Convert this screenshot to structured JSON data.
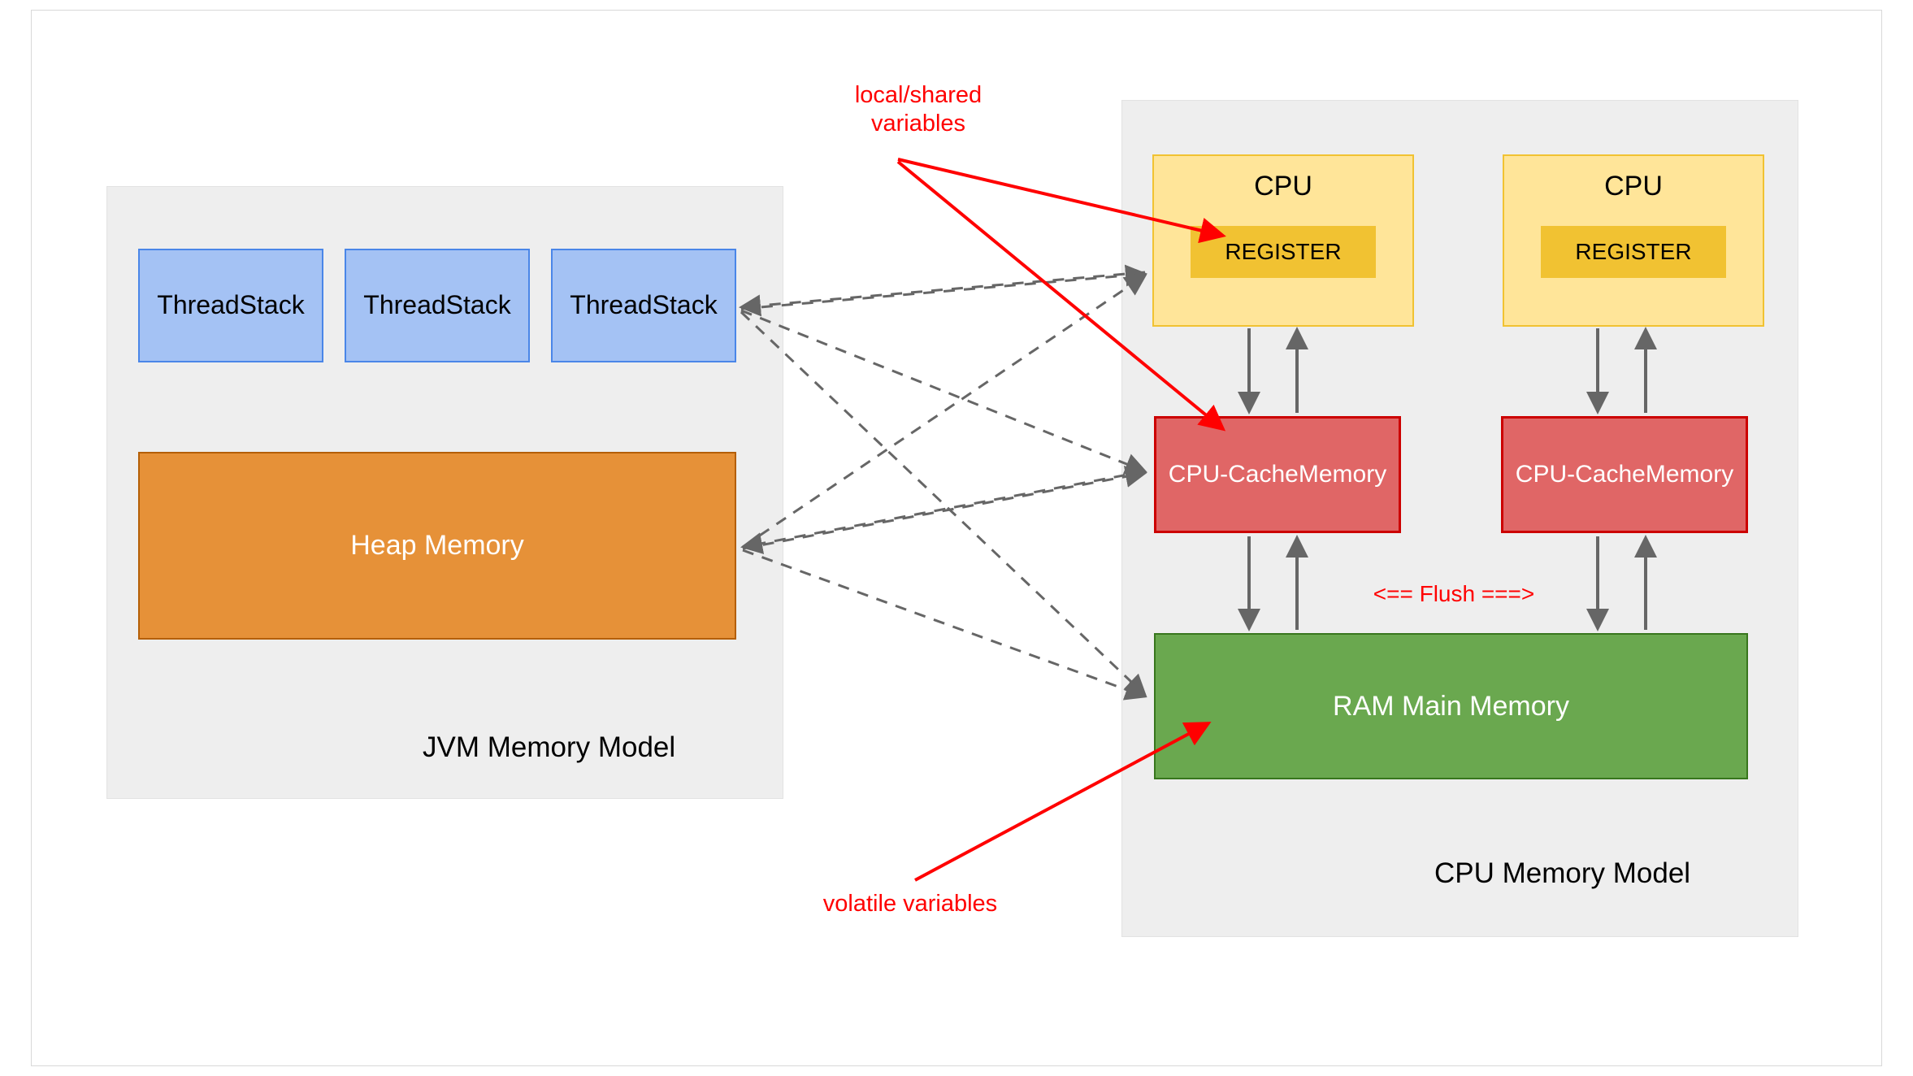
{
  "diagram": {
    "title": "JVM Memory Model and CPU Memory Model",
    "jvm": {
      "label": "JVM Memory Model",
      "thread_stacks": [
        {
          "label": "Thread\nStack"
        },
        {
          "label": "Thread\nStack"
        },
        {
          "label": "Thread\nStack"
        }
      ],
      "heap": {
        "label": "Heap Memory"
      }
    },
    "cpu": {
      "label": "CPU Memory Model",
      "cores": [
        {
          "title": "CPU",
          "register": "REGISTER",
          "cache": "CPU-Cache\nMemory"
        },
        {
          "title": "CPU",
          "register": "REGISTER",
          "cache": "CPU-Cache\nMemory"
        }
      ],
      "ram": {
        "label": "RAM Main Memory"
      },
      "flush_label": "<== Flush ===>"
    },
    "annotations": {
      "local_shared": "local/shared\nvariables",
      "volatile": "volatile variables"
    },
    "colors": {
      "container_fill": "#eeeeee",
      "container_border": "#e2e2e2",
      "thread_stack_fill": "#a4c2f4",
      "thread_stack_border": "#4a86e8",
      "heap_fill": "#e69138",
      "heap_border": "#b45f06",
      "cpu_fill": "#ffe599",
      "cpu_border": "#f1c232",
      "register_fill": "#f1c232",
      "cache_fill": "#e06666",
      "cache_border": "#cc0000",
      "ram_fill": "#6aa84f",
      "ram_border": "#38761d",
      "dashed_edge": "#666666",
      "annotation_red": "#ff0000"
    }
  }
}
